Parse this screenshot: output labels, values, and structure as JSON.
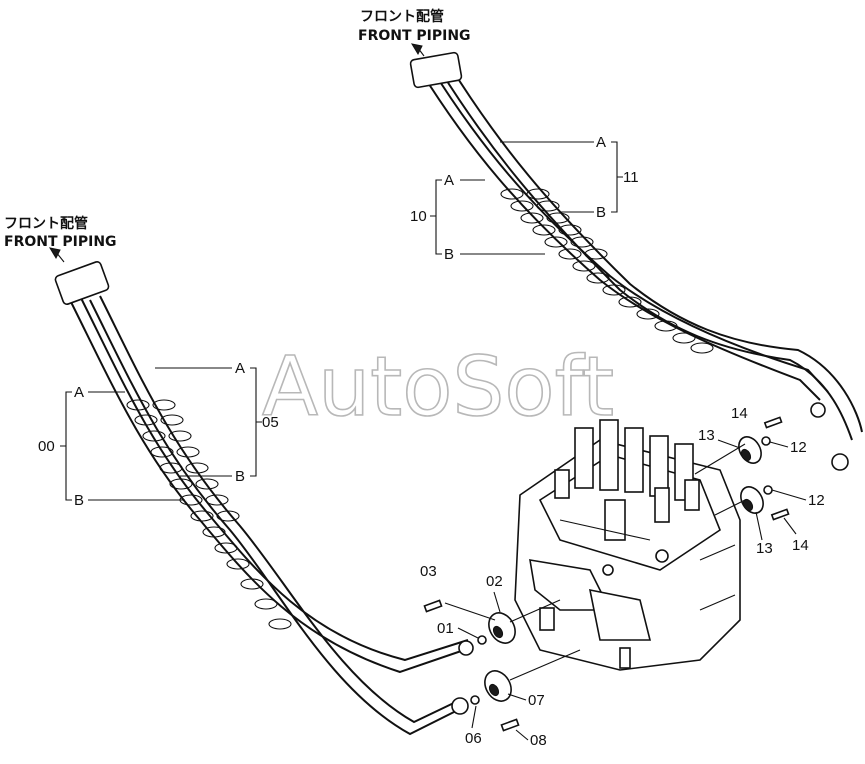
{
  "watermark": "AutoSoft",
  "front_piping_left": {
    "jp": "フロント配管",
    "en": "FRONT  PIPING"
  },
  "front_piping_right": {
    "jp": "フロント配管",
    "en": "FRONT  PIPING"
  },
  "left_group": {
    "group_label": "00",
    "group2_label": "05",
    "a": "A",
    "b": "B",
    "a2": "A",
    "b2": "B"
  },
  "right_group": {
    "group_label": "10",
    "group2_label": "11",
    "a": "A",
    "b": "B",
    "a2": "A",
    "b2": "B"
  },
  "parts": {
    "p01": "01",
    "p02": "02",
    "p03": "03",
    "p06": "06",
    "p07": "07",
    "p08": "08",
    "p12a": "12",
    "p12b": "12",
    "p13a": "13",
    "p13b": "13",
    "p14a": "14",
    "p14b": "14"
  }
}
